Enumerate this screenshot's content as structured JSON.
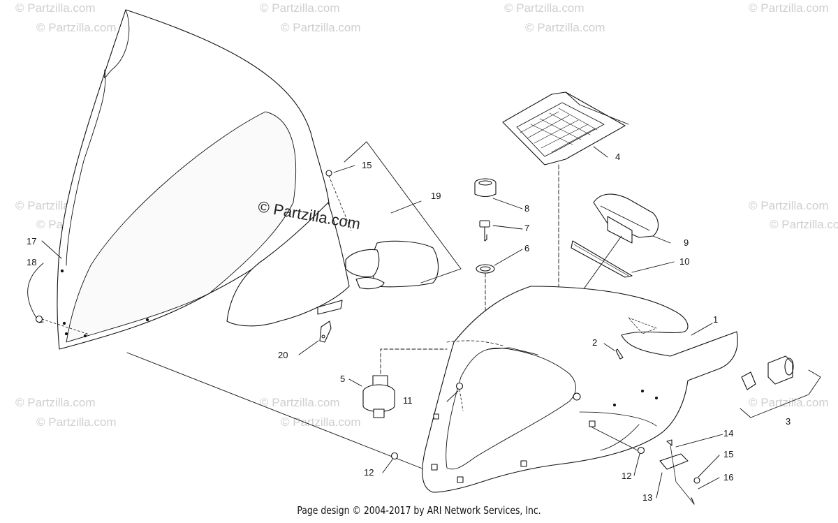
{
  "watermark": {
    "text": "© Partzilla.com",
    "center_text": "© Partzilla.com"
  },
  "footer": {
    "text": "Page design © 2004-2017 by ARI Network Services, Inc."
  },
  "callouts": [
    {
      "id": "1",
      "label": "1"
    },
    {
      "id": "2",
      "label": "2"
    },
    {
      "id": "3",
      "label": "3"
    },
    {
      "id": "4",
      "label": "4"
    },
    {
      "id": "5",
      "label": "5"
    },
    {
      "id": "6",
      "label": "6"
    },
    {
      "id": "7",
      "label": "7"
    },
    {
      "id": "8",
      "label": "8"
    },
    {
      "id": "9",
      "label": "9"
    },
    {
      "id": "10",
      "label": "10"
    },
    {
      "id": "11",
      "label": "11"
    },
    {
      "id": "12a",
      "label": "12"
    },
    {
      "id": "12b",
      "label": "12"
    },
    {
      "id": "13",
      "label": "13"
    },
    {
      "id": "14",
      "label": "14"
    },
    {
      "id": "15a",
      "label": "15"
    },
    {
      "id": "15b",
      "label": "15"
    },
    {
      "id": "16",
      "label": "16"
    },
    {
      "id": "17",
      "label": "17"
    },
    {
      "id": "18",
      "label": "18"
    },
    {
      "id": "19",
      "label": "19"
    },
    {
      "id": "20",
      "label": "20"
    }
  ]
}
